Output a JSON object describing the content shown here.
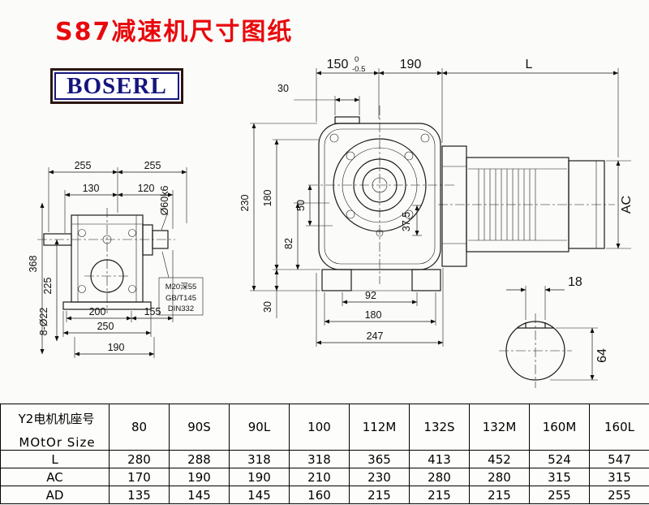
{
  "colors": {
    "title": "#e8090c",
    "logo_text": "#15157e",
    "logo_border": "#2b1510",
    "line": "#1a1a1a",
    "background": "#fbfbf9"
  },
  "header": {
    "title": "S87减速机尺寸图纸",
    "logo": "BOSERL"
  },
  "side_view": {
    "dim_255_left": "255",
    "dim_255_right": "255",
    "dim_130": "130",
    "dim_120": "120",
    "dim_368": "368",
    "dim_225": "225",
    "note_8_holes": "8-Ø22",
    "dim_200": "200",
    "dim_155": "155",
    "dim_250": "250",
    "dim_190": "190",
    "shaft_label": "Ø60k6",
    "note_line1": "M20深55",
    "note_line2": "GB/T145",
    "note_line3": "DIN332"
  },
  "front_view": {
    "dim_150": "150",
    "dim_150_tol_upper": "0",
    "dim_150_tol_lower": "-0.5",
    "dim_190": "190",
    "dim_L": "L",
    "dim_30_top": "30",
    "dim_230": "230",
    "dim_180_left": "180",
    "dim_50": "50",
    "dim_82": "82",
    "dim_30_bottom": "30",
    "dim_37_5": "37.5",
    "dim_92": "92",
    "dim_180_bottom": "180",
    "dim_247": "247",
    "dim_AC": "AC"
  },
  "shaft_view": {
    "dim_18": "18",
    "dim_64": "64"
  },
  "table": {
    "header_col_line1": "Y2电机机座号",
    "header_col_line2": "MOtOr Size",
    "size_columns": [
      "80",
      "90S",
      "90L",
      "100",
      "112M",
      "132S",
      "132M",
      "160M",
      "160L"
    ],
    "rows": [
      {
        "label": "L",
        "values": [
          "280",
          "288",
          "318",
          "318",
          "365",
          "413",
          "452",
          "524",
          "547"
        ]
      },
      {
        "label": "AC",
        "values": [
          "170",
          "190",
          "190",
          "210",
          "230",
          "280",
          "280",
          "315",
          "315"
        ]
      },
      {
        "label": "AD",
        "values": [
          "135",
          "145",
          "145",
          "160",
          "215",
          "215",
          "215",
          "255",
          "255"
        ]
      }
    ]
  }
}
